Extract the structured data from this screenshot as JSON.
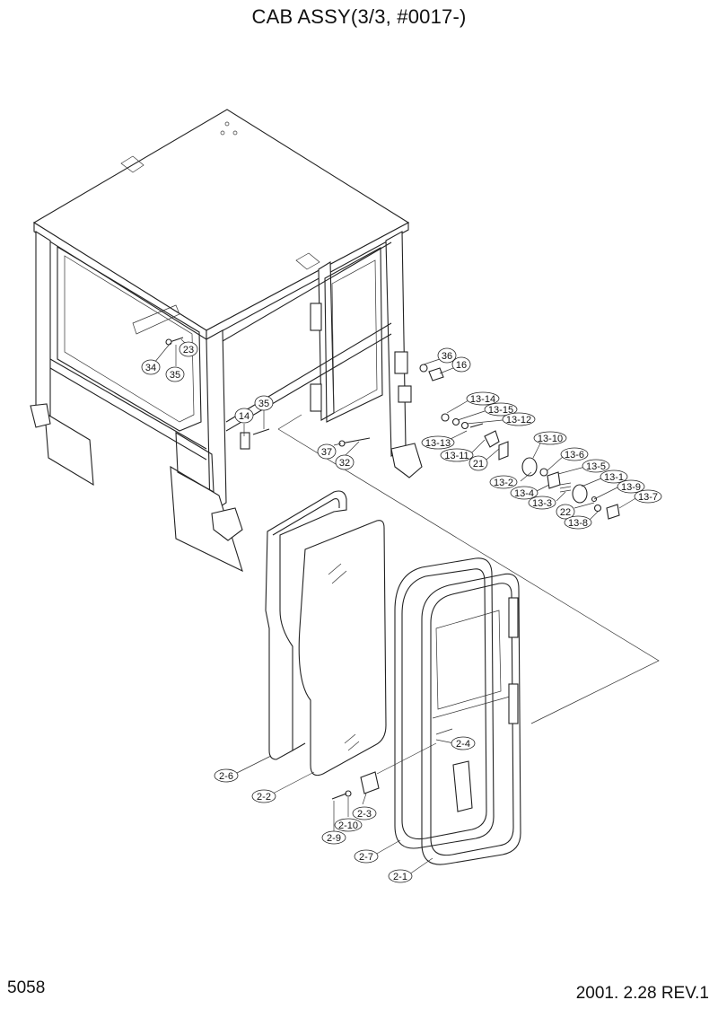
{
  "header": {
    "title": "CAB ASSY(3/3, #0017-)"
  },
  "footer": {
    "page_number": "5058",
    "revision": "2001. 2.28 REV.1"
  },
  "callouts": [
    {
      "id": "23",
      "label": "23"
    },
    {
      "id": "34",
      "label": "34"
    },
    {
      "id": "35a",
      "label": "35"
    },
    {
      "id": "14",
      "label": "14"
    },
    {
      "id": "35b",
      "label": "35"
    },
    {
      "id": "36",
      "label": "36"
    },
    {
      "id": "16",
      "label": "16"
    },
    {
      "id": "37",
      "label": "37"
    },
    {
      "id": "32",
      "label": "32"
    },
    {
      "id": "13-14",
      "label": "13-14"
    },
    {
      "id": "13-15",
      "label": "13-15"
    },
    {
      "id": "13-12",
      "label": "13-12"
    },
    {
      "id": "13-13",
      "label": "13-13"
    },
    {
      "id": "13-11",
      "label": "13-11"
    },
    {
      "id": "21",
      "label": "21"
    },
    {
      "id": "13-10",
      "label": "13-10"
    },
    {
      "id": "13-6",
      "label": "13-6"
    },
    {
      "id": "13-2",
      "label": "13-2"
    },
    {
      "id": "13-5",
      "label": "13-5"
    },
    {
      "id": "13-4",
      "label": "13-4"
    },
    {
      "id": "13-1",
      "label": "13-1"
    },
    {
      "id": "13-3",
      "label": "13-3"
    },
    {
      "id": "13-9",
      "label": "13-9"
    },
    {
      "id": "22",
      "label": "22"
    },
    {
      "id": "13-7",
      "label": "13-7"
    },
    {
      "id": "13-8",
      "label": "13-8"
    },
    {
      "id": "2-4",
      "label": "2-4"
    },
    {
      "id": "2-6",
      "label": "2-6"
    },
    {
      "id": "2-2",
      "label": "2-2"
    },
    {
      "id": "2-3",
      "label": "2-3"
    },
    {
      "id": "2-10",
      "label": "2-10"
    },
    {
      "id": "2-9",
      "label": "2-9"
    },
    {
      "id": "2-7",
      "label": "2-7"
    },
    {
      "id": "2-1",
      "label": "2-1"
    }
  ]
}
